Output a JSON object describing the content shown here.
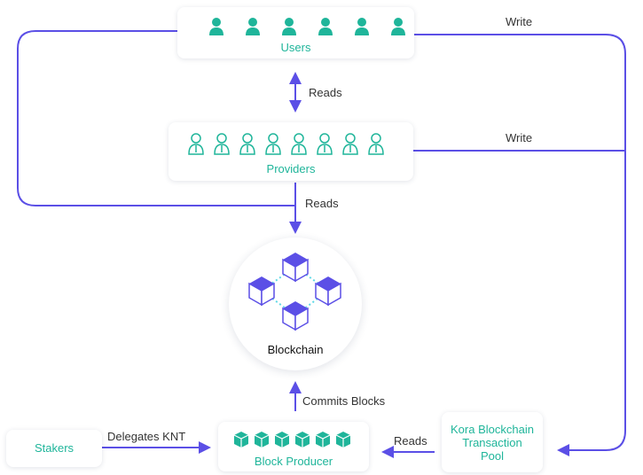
{
  "nodes": {
    "users": {
      "label": "Users",
      "icon_count": 6
    },
    "providers": {
      "label": "Providers",
      "icon_count": 8
    },
    "blockchain": {
      "label": "Blockchain"
    },
    "stakers": {
      "label": "Stakers"
    },
    "block_producer": {
      "label": "Block Producer",
      "icon_count": 6
    },
    "pool": {
      "label_lines": [
        "Kora Blockchain",
        "Transaction",
        "Pool"
      ]
    }
  },
  "edges": {
    "users_write": "Write",
    "providers_write": "Write",
    "users_providers": "Reads",
    "to_blockchain": "Reads",
    "commits": "Commits Blocks",
    "delegates": "Delegates KNT",
    "pool_reads": "Reads"
  },
  "colors": {
    "accent": "#1fb59a",
    "arrow": "#5b4fe6",
    "cube": "#5b4fe6",
    "dots": "#5fd8e6"
  },
  "icons": {
    "user": "user-icon",
    "provider": "provider-icon",
    "cube": "cube-icon"
  }
}
